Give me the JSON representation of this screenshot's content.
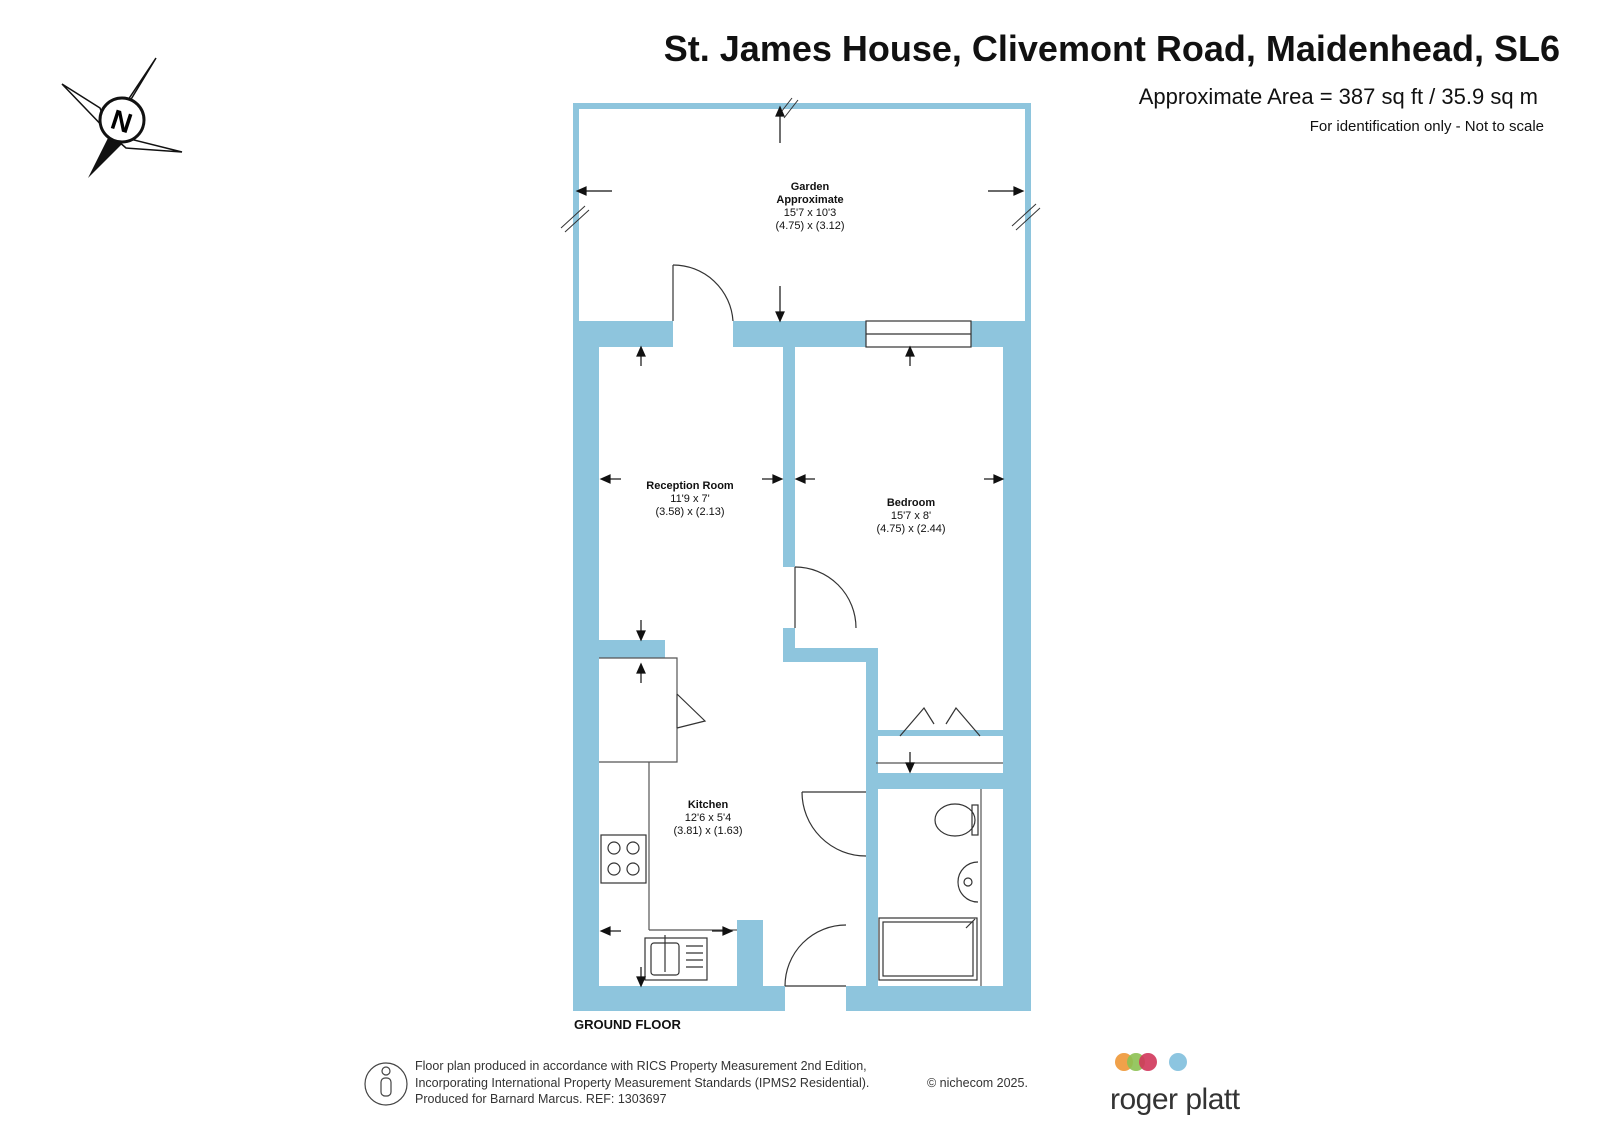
{
  "header": {
    "title": "St. James House, Clivemont Road, Maidenhead, SL6",
    "area": "Approximate Area = 387 sq ft / 35.9 sq m",
    "note": "For identification only - Not to scale"
  },
  "compass": {
    "letter": "N"
  },
  "floor_label": "GROUND FLOOR",
  "rooms": {
    "garden": {
      "name": "Garden",
      "name2": "Approximate",
      "imperial": "15'7 x 10'3",
      "metric": "(4.75) x (3.12)"
    },
    "reception": {
      "name": "Reception Room",
      "imperial": "11'9 x 7'",
      "metric": "(3.58) x (2.13)"
    },
    "bedroom": {
      "name": "Bedroom",
      "imperial": "15'7 x 8'",
      "metric": "(4.75) x (2.44)"
    },
    "kitchen": {
      "name": "Kitchen",
      "imperial": "12'6 x 5'4",
      "metric": "(3.81) x (1.63)"
    }
  },
  "footer": {
    "line1": "Floor plan produced in accordance with RICS Property Measurement 2nd Edition,",
    "line2": "Incorporating International Property Measurement Standards (IPMS2 Residential).",
    "line3": "Produced for Barnard Marcus.   REF: 1303697",
    "copyright": "© nichecom 2025."
  },
  "brand": {
    "name": "roger platt",
    "dot_colors": [
      "#f0a14a",
      "#8cc152",
      "#d0365a",
      "#8cc5e0"
    ]
  },
  "colors": {
    "wall": "#8ec5dd",
    "line": "#333333"
  }
}
